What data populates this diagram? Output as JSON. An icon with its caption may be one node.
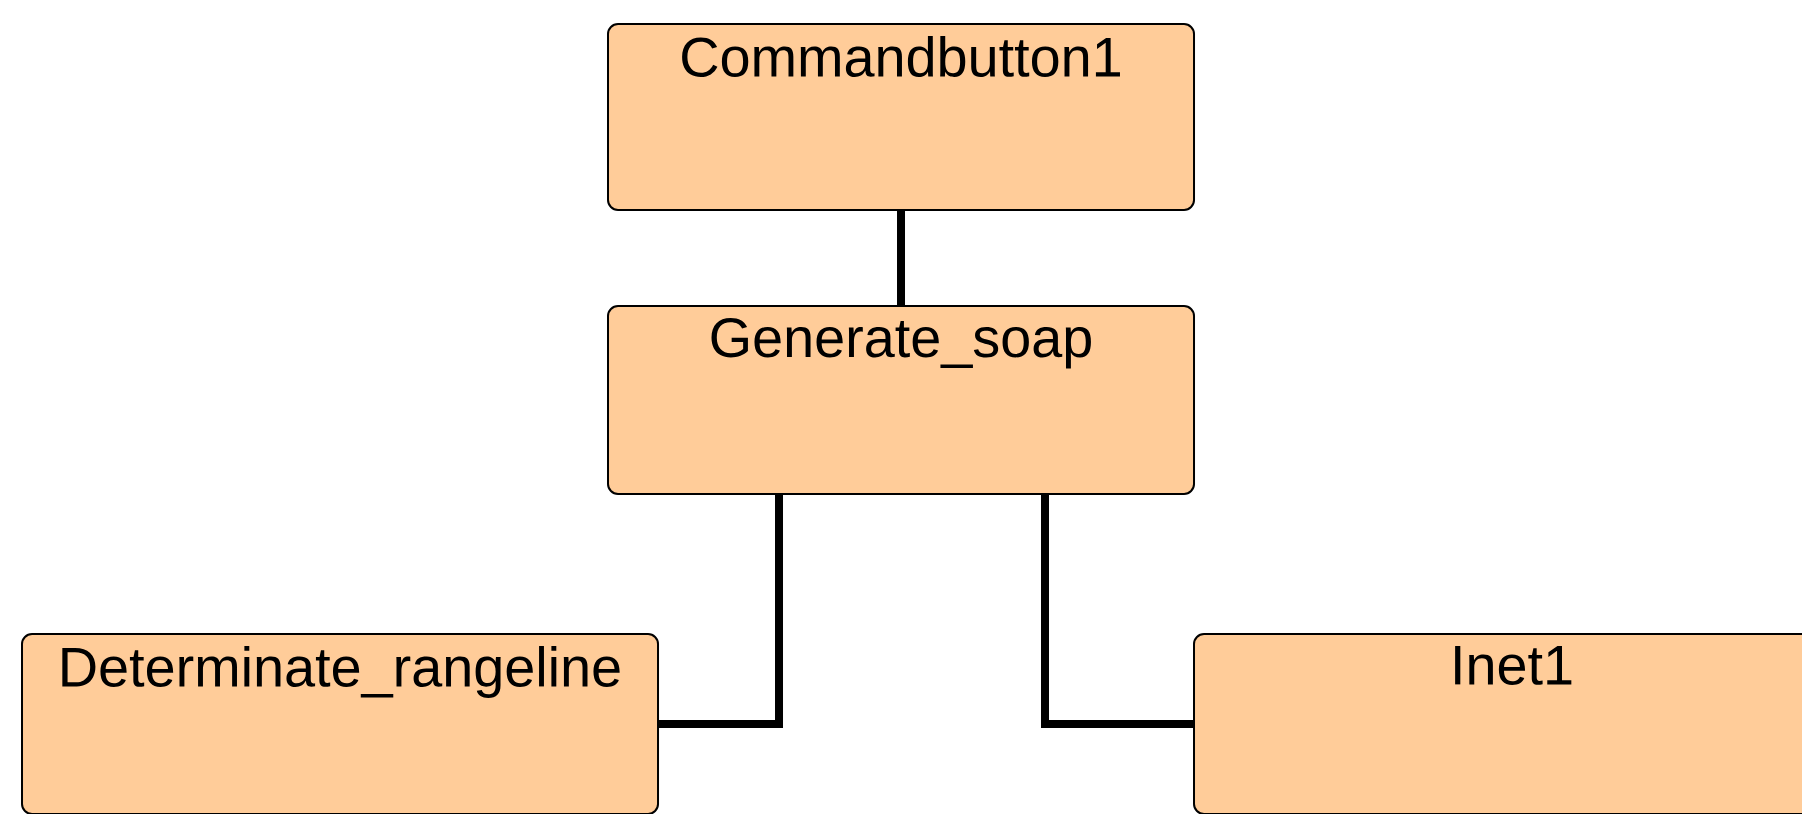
{
  "diagram": {
    "nodes": [
      {
        "text": [
          "Commandbutton1"
        ]
      },
      {
        "text": [
          "Generate_soap"
        ]
      },
      {
        "text": [
          "Determinate_rangeline"
        ]
      },
      {
        "text": [
          "Inet1"
        ]
      }
    ],
    "edges": [
      {
        "from": 0,
        "to": 1,
        "arrow": "none"
      },
      {
        "from": 1,
        "to": 2,
        "arrow": "none"
      },
      {
        "from": 1,
        "to": 3,
        "arrow": "none"
      }
    ]
  }
}
